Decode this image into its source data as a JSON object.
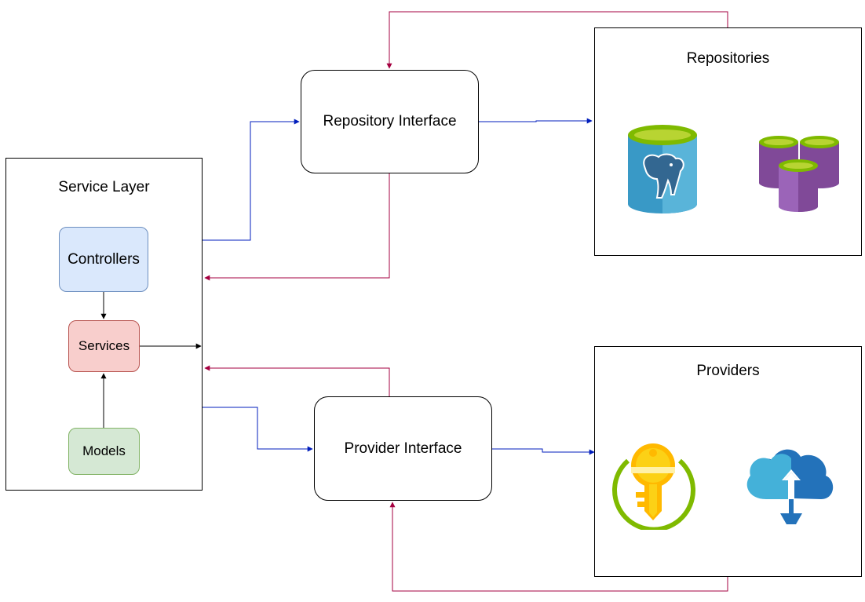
{
  "service_layer": {
    "title": "Service Layer",
    "controllers": "Controllers",
    "services": "Services",
    "models": "Models"
  },
  "repository_interface": {
    "label": "Repository Interface"
  },
  "provider_interface": {
    "label": "Provider Interface"
  },
  "repositories": {
    "title": "Repositories",
    "icons": [
      "postgresql-database-icon",
      "sql-databases-icon"
    ]
  },
  "providers": {
    "title": "Providers",
    "icons": [
      "key-vault-icon",
      "cloud-storage-icon"
    ]
  },
  "colors": {
    "request_arrow": "#001DBC",
    "response_arrow": "#A50040",
    "internal_arrow": "#000000",
    "controllers_fill": "#DAE8FC",
    "controllers_stroke": "#6C8EBF",
    "services_fill": "#F8CECC",
    "services_stroke": "#B85450",
    "models_fill": "#D5E8D4",
    "models_stroke": "#82B366"
  }
}
